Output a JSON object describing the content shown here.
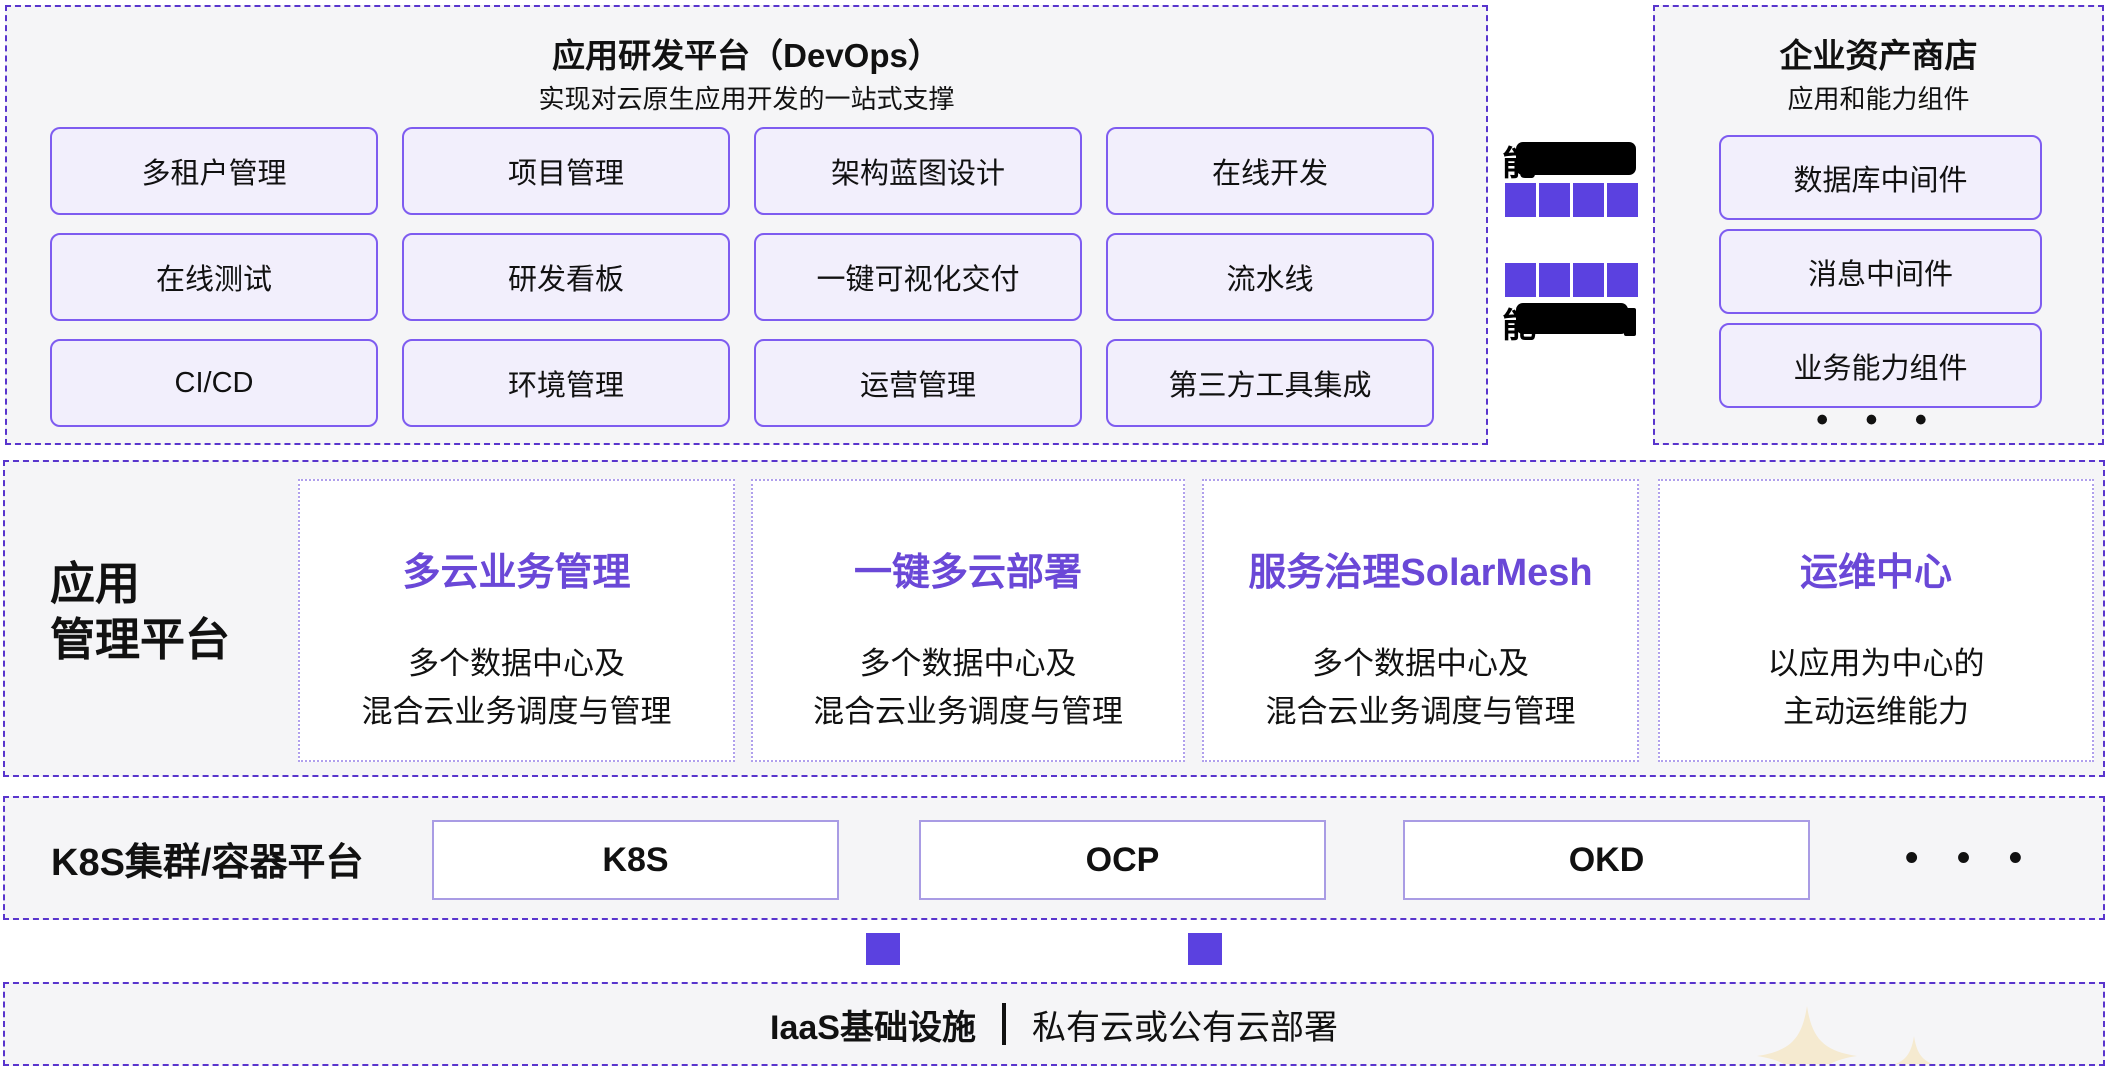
{
  "colors": {
    "dashed_border": "#5935cd",
    "band_background": "#f5f5f7",
    "button_fill": "#f2effc",
    "button_border": "#7e5cf0",
    "flow_square": "#5b41e0",
    "card_title_purple": "#6a48d7",
    "card_dotted_border": "#b0a0ec",
    "k8s_box_border": "#a99ce4",
    "sparkle": "#f5ead0",
    "text": "#111111"
  },
  "devops_panel": {
    "title": "应用研发平台（DevOps）",
    "subtitle": "实现对云原生应用开发的一站式支撑",
    "buttons": [
      "多租户管理",
      "项目管理",
      "架构蓝图设计",
      "在线开发",
      "在线测试",
      "研发看板",
      "一键可视化交付",
      "流水线",
      "CI/CD",
      "环境管理",
      "运营管理",
      "第三方工具集成"
    ]
  },
  "capability_bridge": {
    "redacted_top_label": "能",
    "redacted_bottom_label": "能",
    "squares_per_row": 4
  },
  "asset_store_panel": {
    "title": "企业资产商店",
    "subtitle": "应用和能力组件",
    "buttons": [
      "数据库中间件",
      "消息中间件",
      "业务能力组件"
    ],
    "more": "• • •"
  },
  "app_mgmt_band": {
    "label_line1": "应用",
    "label_line2": "管理平台",
    "cards": [
      {
        "title": "多云业务管理",
        "body_line1": "多个数据中心及",
        "body_line2": "混合云业务调度与管理"
      },
      {
        "title": "一键多云部署",
        "body_line1": "多个数据中心及",
        "body_line2": "混合云业务调度与管理"
      },
      {
        "title": "服务治理SolarMesh",
        "body_line1": "多个数据中心及",
        "body_line2": "混合云业务调度与管理"
      },
      {
        "title": "运维中心",
        "body_line1": "以应用为中心的",
        "body_line2": "主动运维能力"
      }
    ]
  },
  "k8s_band": {
    "label": "K8S集群/容器平台",
    "boxes": [
      "K8S",
      "OCP",
      "OKD"
    ],
    "more": "• • •"
  },
  "iaas_band": {
    "label_bold": "IaaS基础设施",
    "label_regular": "私有云或公有云部署"
  }
}
